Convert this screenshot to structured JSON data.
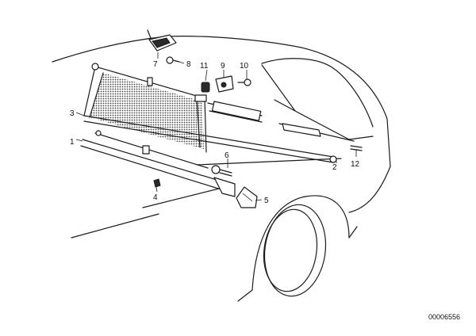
{
  "diagram": {
    "callouts": {
      "c1": "1",
      "c2": "2",
      "c3": "3",
      "c4": "4",
      "c5": "5",
      "c6": "6",
      "c7": "7",
      "c8": "8",
      "c9": "9",
      "c10": "10",
      "c11": "11",
      "c12": "12"
    },
    "catalog_number": "00006556"
  }
}
